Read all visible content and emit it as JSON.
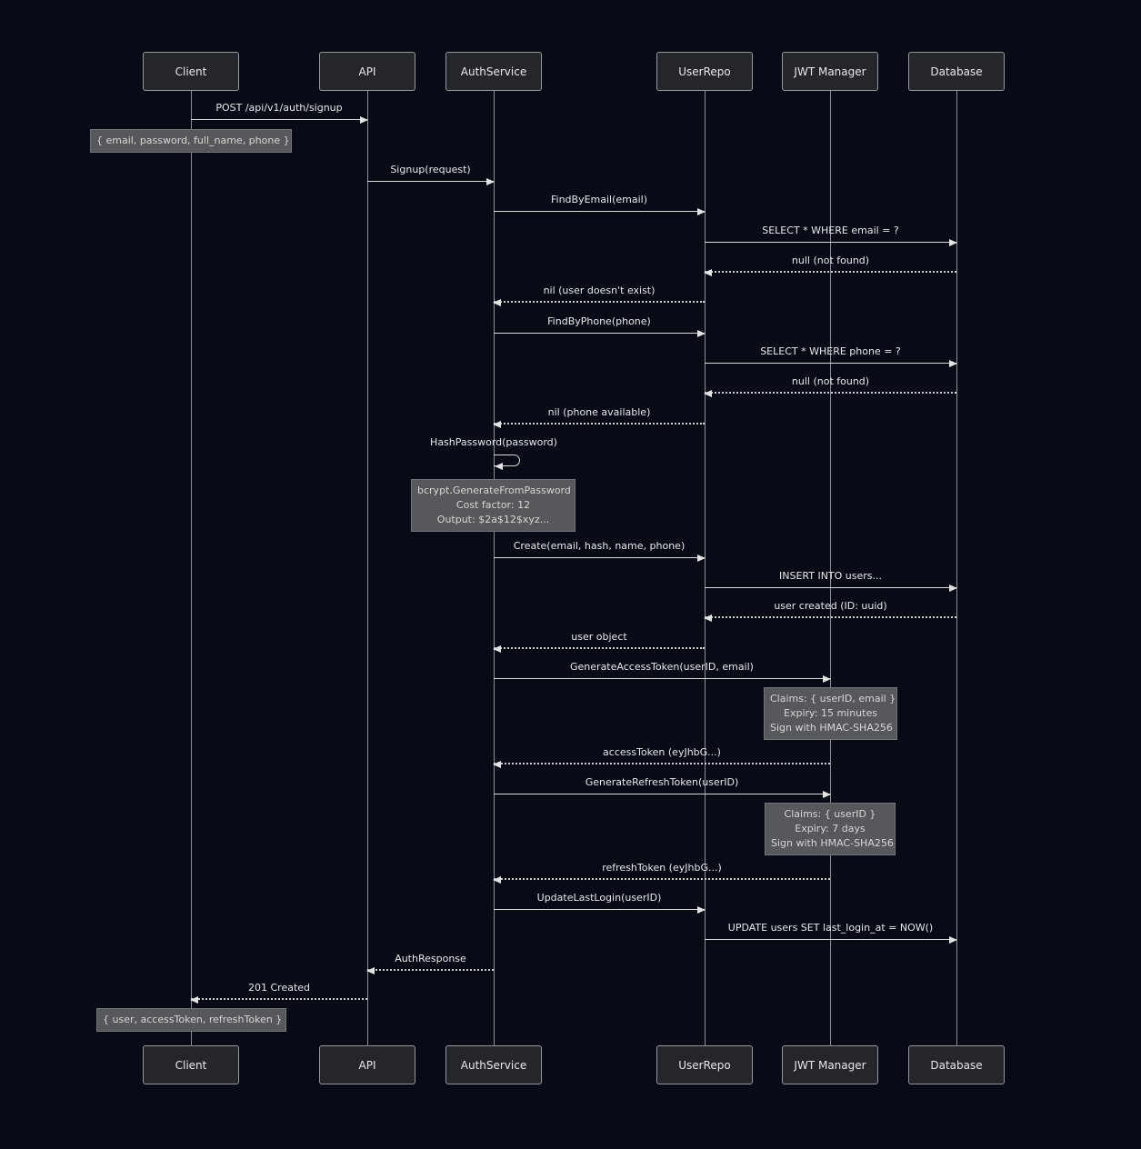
{
  "diagram": {
    "type": "sequence-diagram",
    "participants": [
      {
        "label": "Client"
      },
      {
        "label": "API"
      },
      {
        "label": "AuthService"
      },
      {
        "label": "UserRepo"
      },
      {
        "label": "JWT Manager"
      },
      {
        "label": "Database"
      }
    ],
    "messages": [
      {
        "label": "POST /api/v1/auth/signup",
        "from": "Client",
        "to": "API",
        "style": "solid"
      },
      {
        "label": "Signup(request)",
        "from": "API",
        "to": "AuthService",
        "style": "solid"
      },
      {
        "label": "FindByEmail(email)",
        "from": "AuthService",
        "to": "UserRepo",
        "style": "solid"
      },
      {
        "label": "SELECT * WHERE email = ?",
        "from": "UserRepo",
        "to": "Database",
        "style": "solid"
      },
      {
        "label": "null (not found)",
        "from": "Database",
        "to": "UserRepo",
        "style": "dotted"
      },
      {
        "label": "nil (user doesn't exist)",
        "from": "UserRepo",
        "to": "AuthService",
        "style": "dotted"
      },
      {
        "label": "FindByPhone(phone)",
        "from": "AuthService",
        "to": "UserRepo",
        "style": "solid"
      },
      {
        "label": "SELECT * WHERE phone = ?",
        "from": "UserRepo",
        "to": "Database",
        "style": "solid"
      },
      {
        "label": "null (not found)",
        "from": "Database",
        "to": "UserRepo",
        "style": "dotted"
      },
      {
        "label": "nil (phone available)",
        "from": "UserRepo",
        "to": "AuthService",
        "style": "dotted"
      },
      {
        "label": "HashPassword(password)",
        "from": "AuthService",
        "to": "AuthService",
        "style": "self"
      },
      {
        "label": "Create(email, hash, name, phone)",
        "from": "AuthService",
        "to": "UserRepo",
        "style": "solid"
      },
      {
        "label": "INSERT INTO users...",
        "from": "UserRepo",
        "to": "Database",
        "style": "solid"
      },
      {
        "label": "user created (ID: uuid)",
        "from": "Database",
        "to": "UserRepo",
        "style": "dotted"
      },
      {
        "label": "user object",
        "from": "UserRepo",
        "to": "AuthService",
        "style": "dotted"
      },
      {
        "label": "GenerateAccessToken(userID, email)",
        "from": "AuthService",
        "to": "JWT Manager",
        "style": "solid"
      },
      {
        "label": "accessToken (eyJhbG...)",
        "from": "JWT Manager",
        "to": "AuthService",
        "style": "dotted"
      },
      {
        "label": "GenerateRefreshToken(userID)",
        "from": "AuthService",
        "to": "JWT Manager",
        "style": "solid"
      },
      {
        "label": "refreshToken (eyJhbG...)",
        "from": "JWT Manager",
        "to": "AuthService",
        "style": "dotted"
      },
      {
        "label": "UpdateLastLogin(userID)",
        "from": "AuthService",
        "to": "UserRepo",
        "style": "solid"
      },
      {
        "label": "UPDATE users SET last_login_at = NOW()",
        "from": "UserRepo",
        "to": "Database",
        "style": "solid"
      },
      {
        "label": "AuthResponse",
        "from": "AuthService",
        "to": "API",
        "style": "dotted"
      },
      {
        "label": "201 Created",
        "from": "API",
        "to": "Client",
        "style": "dotted"
      }
    ],
    "notes": [
      {
        "over": "Client",
        "lines": [
          "{ email, password, full_name, phone }"
        ]
      },
      {
        "over": "AuthService",
        "lines": [
          "bcrypt.GenerateFromPassword",
          "Cost factor: 12",
          "Output: $2a$12$xyz..."
        ]
      },
      {
        "over": "JWT Manager",
        "lines": [
          "Claims: { userID, email }",
          "Expiry: 15 minutes",
          "Sign with HMAC-SHA256"
        ]
      },
      {
        "over": "JWT Manager",
        "lines": [
          "Claims: { userID }",
          "Expiry: 7 days",
          "Sign with HMAC-SHA256"
        ]
      },
      {
        "over": "Client",
        "lines": [
          "{ user, accessToken, refreshToken }"
        ]
      }
    ],
    "colors": {
      "background": "#070b16",
      "participant_fill": "#24262b",
      "participant_border": "#94979b",
      "lifeline": "#8b8f96",
      "message_line": "#d8d8d8",
      "message_text": "#e8e8e8",
      "note_fill": "#56585b",
      "note_text": "#d6d6d6"
    }
  }
}
